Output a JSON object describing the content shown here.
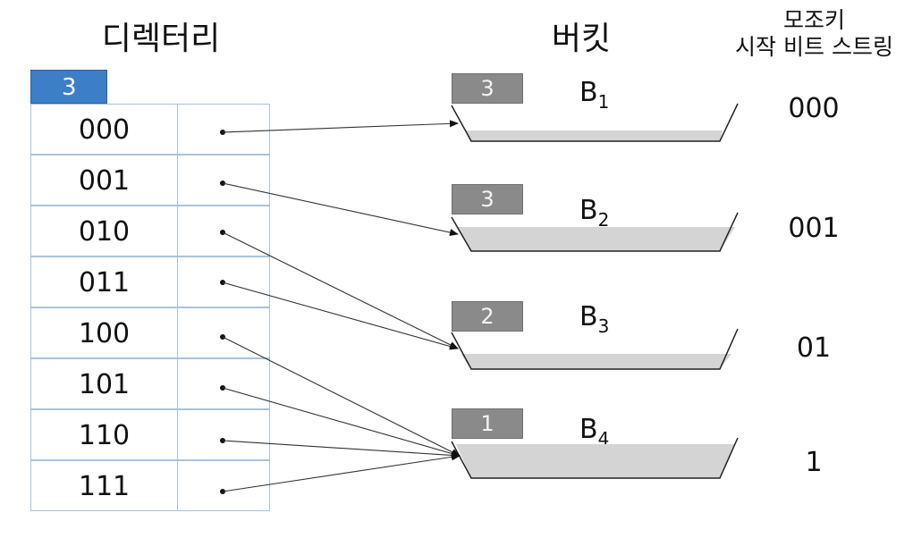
{
  "headers": {
    "directory": "디렉터리",
    "bucket": "버킷",
    "prefix_line1": "모조키",
    "prefix_line2": "시작 비트 스트링"
  },
  "global_depth": "3",
  "directory_entries": [
    {
      "key": "000",
      "bucket": "B1"
    },
    {
      "key": "001",
      "bucket": "B2"
    },
    {
      "key": "010",
      "bucket": "B3"
    },
    {
      "key": "011",
      "bucket": "B3"
    },
    {
      "key": "100",
      "bucket": "B4"
    },
    {
      "key": "101",
      "bucket": "B4"
    },
    {
      "key": "110",
      "bucket": "B4"
    },
    {
      "key": "111",
      "bucket": "B4"
    }
  ],
  "buckets": [
    {
      "name": "B",
      "sub": "1",
      "local_depth": "3",
      "prefix": "000"
    },
    {
      "name": "B",
      "sub": "2",
      "local_depth": "3",
      "prefix": "001"
    },
    {
      "name": "B",
      "sub": "3",
      "local_depth": "2",
      "prefix": "01"
    },
    {
      "name": "B",
      "sub": "4",
      "local_depth": "1",
      "prefix": "1"
    }
  ],
  "colors": {
    "global_depth_fill": "#3d7ec9",
    "local_depth_fill": "#8a8a8a",
    "bucket_fill": "#d4d4d4",
    "grid_line": "#a9c2db"
  }
}
